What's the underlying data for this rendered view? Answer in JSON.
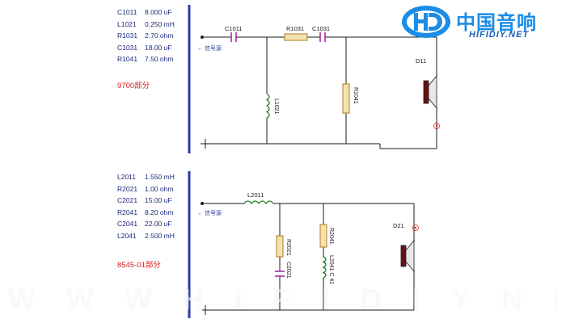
{
  "logo": {
    "main_text": "中国音响",
    "sub_text": "HIFIDIY.NET",
    "colors": {
      "main": "#1b8de6",
      "sub": "#1b5fb8"
    }
  },
  "section_a": {
    "components": [
      {
        "ref": "C1011",
        "value": "8.000 uF"
      },
      {
        "ref": "L1021",
        "value": "0.250 mH"
      },
      {
        "ref": "R1031",
        "value": "2.70 ohm"
      },
      {
        "ref": "C1031",
        "value": "18.00 uF"
      },
      {
        "ref": "R1041",
        "value": "7.50 ohm"
      }
    ],
    "label": "9700部分",
    "input_label": "信号源",
    "schematic_labels": {
      "c1": "C1011",
      "r1": "R1031",
      "c2": "C1031",
      "l1": "L1021",
      "r2": "R1041",
      "speaker": "D11"
    }
  },
  "section_b": {
    "components": [
      {
        "ref": "L2011",
        "value": "1.550 mH"
      },
      {
        "ref": "R2021",
        "value": "1.00 ohm"
      },
      {
        "ref": "C2021",
        "value": "15.00 uF"
      },
      {
        "ref": "R2041",
        "value": "8.20 ohm"
      },
      {
        "ref": "C2041",
        "value": "22.00 uF"
      },
      {
        "ref": "L2041",
        "value": "2.500 mH"
      }
    ],
    "label": "8545-01部分",
    "input_label": "信号源",
    "schematic_labels": {
      "l1": "L2011",
      "r1": "R2021",
      "c1": "C2021",
      "r2": "R2041",
      "l2c2": "L2041 C 41",
      "speaker": "D21"
    }
  },
  "watermark": "WWWHIFIDIYNETCOM",
  "colors": {
    "wire": "#1a1a1a",
    "capacitor": "#a020a0",
    "inductor": "#1a7a1a",
    "resistor": "#b07820",
    "divider": "#2a3aa8",
    "section_label": "#d42020"
  }
}
